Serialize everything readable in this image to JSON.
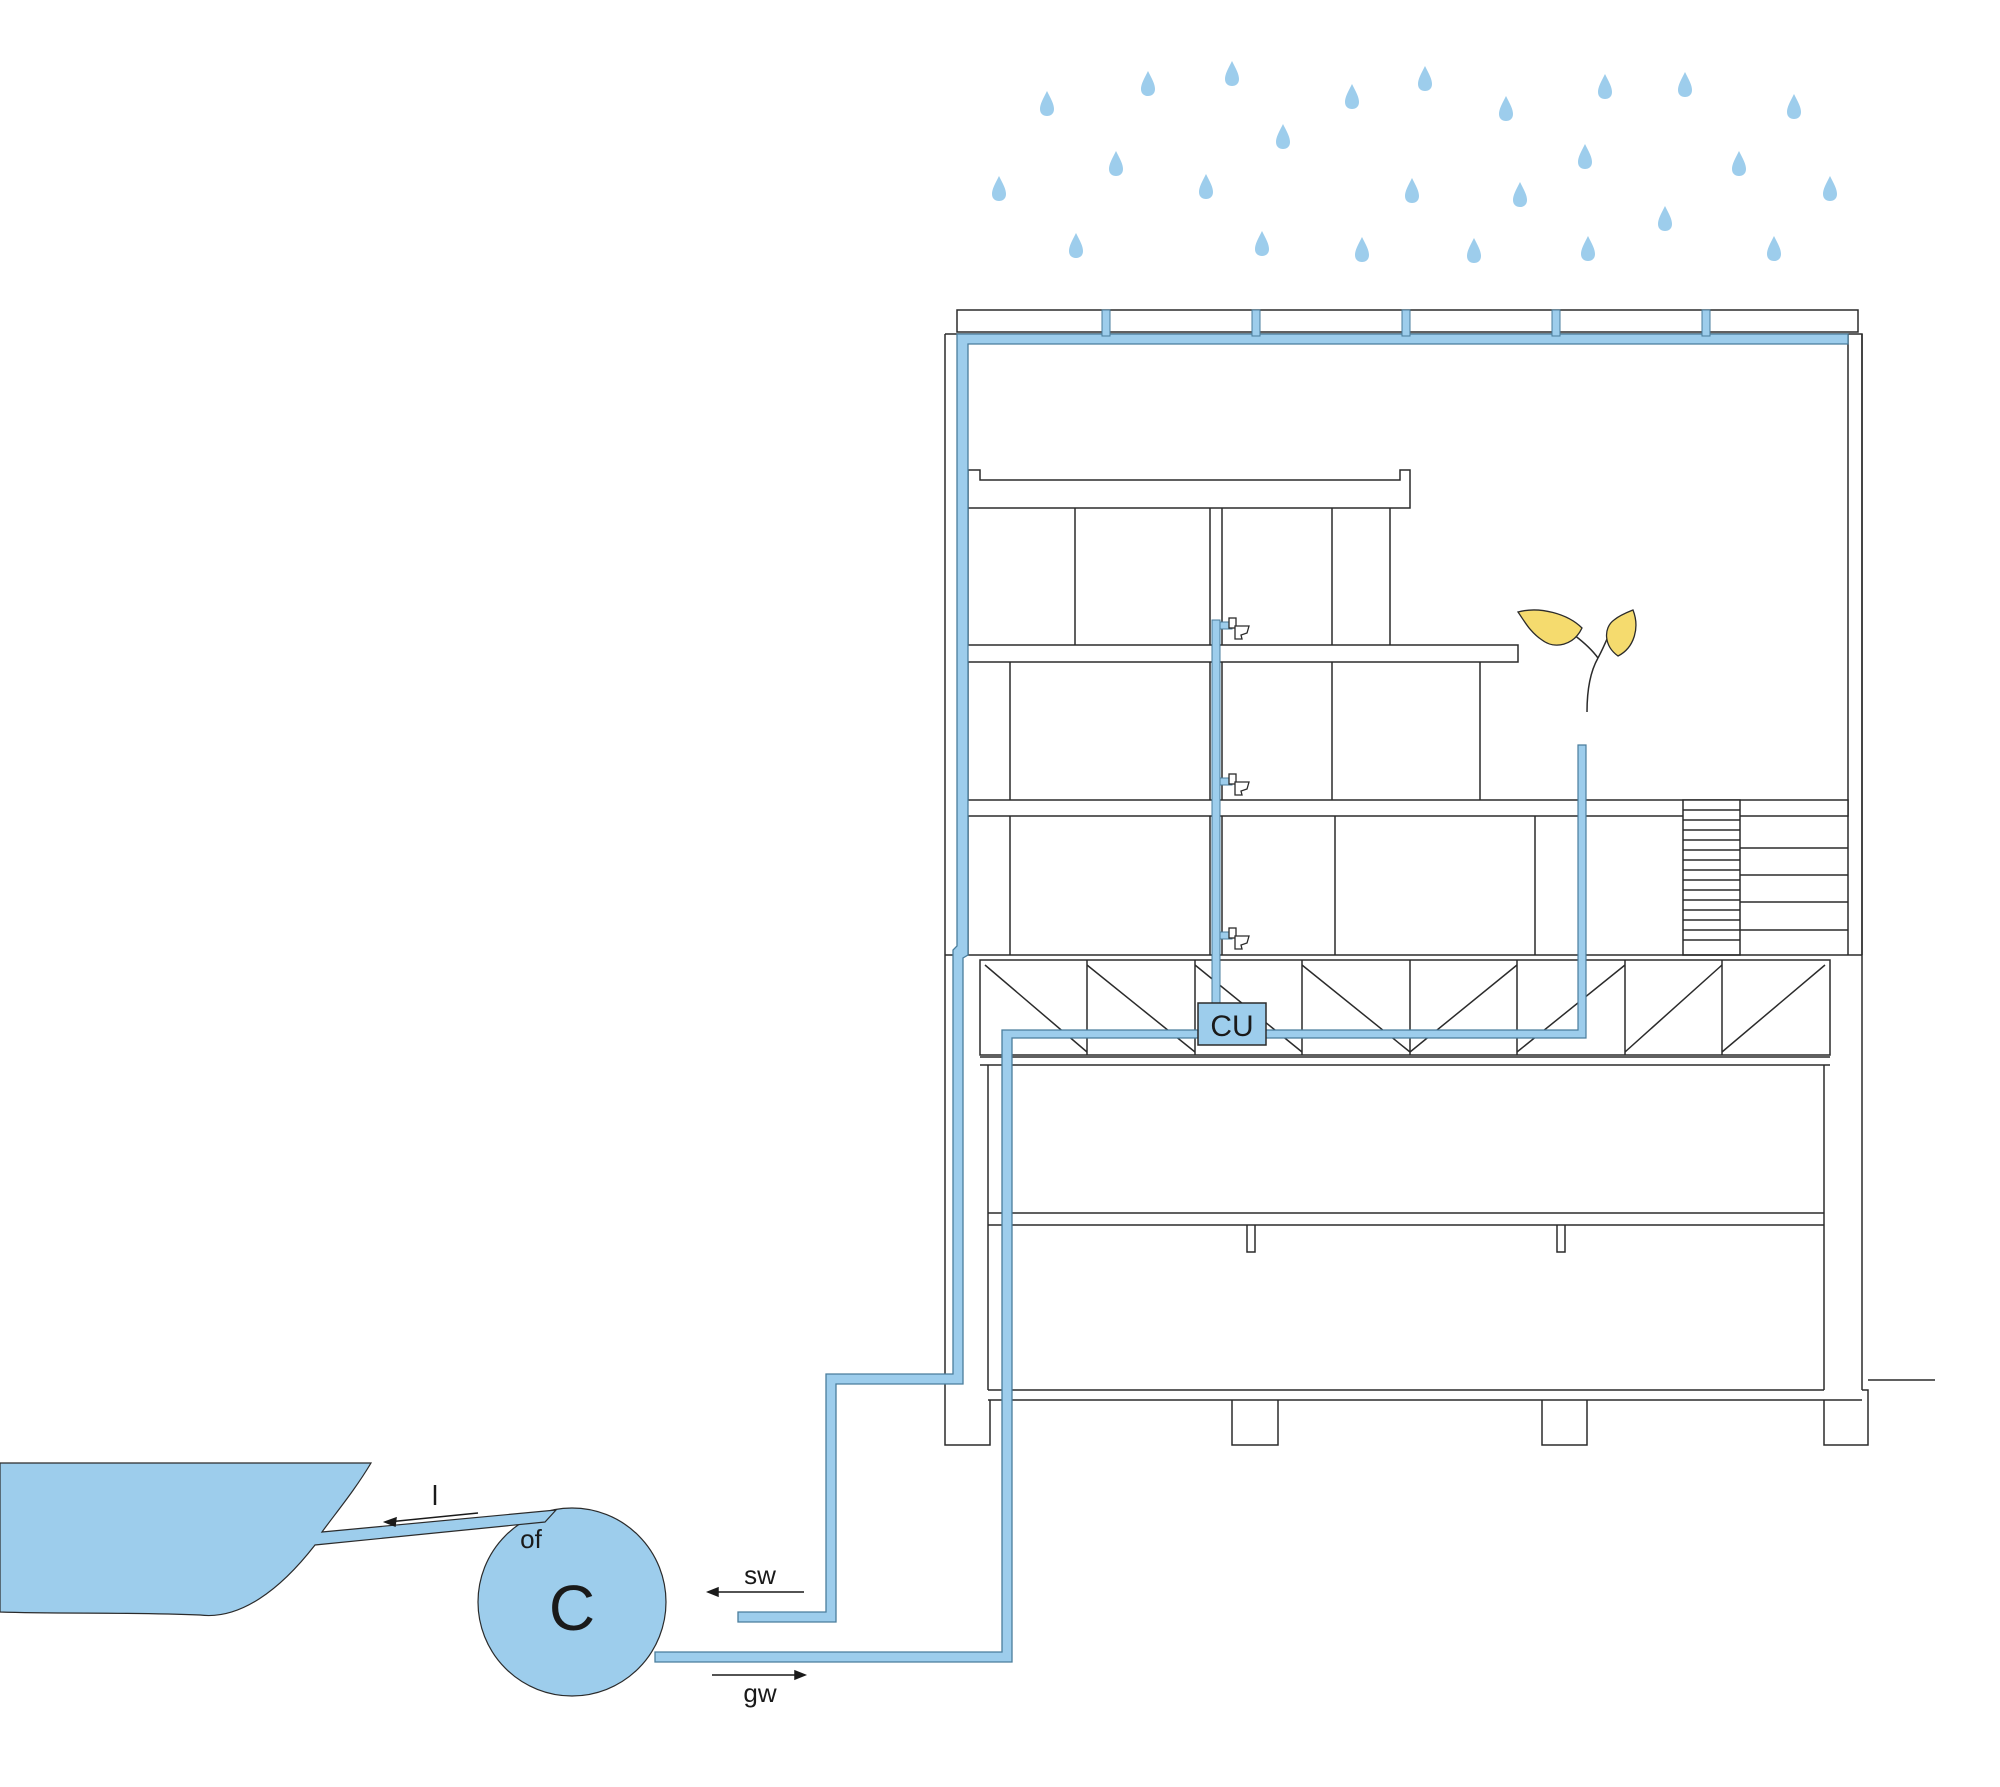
{
  "colors": {
    "water": "#9dcdec",
    "water_stroke": "#4a7d9c",
    "line": "#2b2b2b",
    "leaf": "#f5db6e",
    "background": "#ffffff"
  },
  "labels": {
    "control_unit": "CU",
    "cistern": "C",
    "overflow": "of",
    "stormwater": "sw",
    "greywater": "gw",
    "lake": "l"
  },
  "icons": [
    "raindrop-icon",
    "leaf-sprout-icon",
    "toilet-icon",
    "arrow-left-icon",
    "arrow-right-icon"
  ]
}
